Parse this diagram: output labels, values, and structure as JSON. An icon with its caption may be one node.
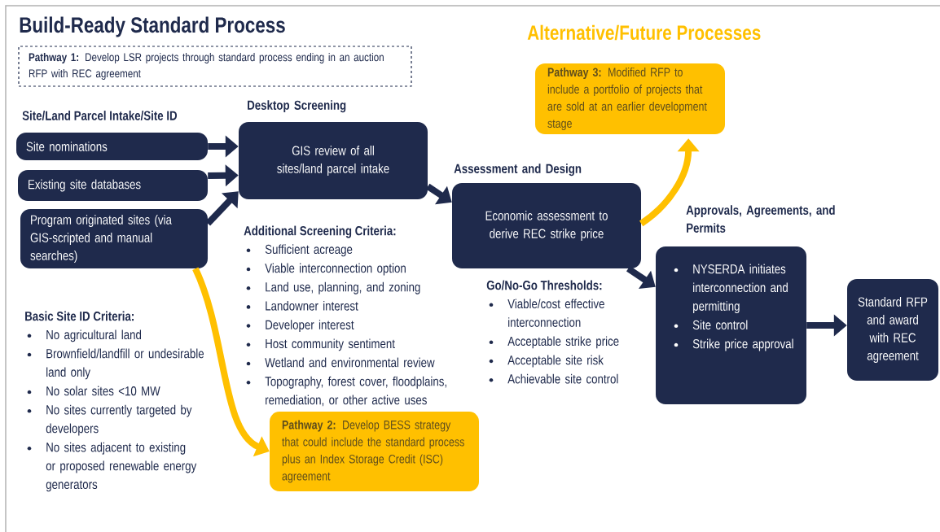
{
  "diagram": {
    "title": "Build-Ready Standard Process",
    "nodes": [
      {
        "text": [
          "**Pathway 1:** Develop LSR projects through standard process ending in an auction RFP with REC agreement"
        ]
      },
      {
        "text": [
          "Site nominations"
        ]
      },
      {
        "text": [
          "Existing site databases"
        ]
      },
      {
        "text": [
          "Program originated sites (via GIS-scripted and manual searches)"
        ]
      },
      {
        "text": [
          "Desktop Screening",
          "GIS review of all sites/land parcel intake"
        ]
      },
      {
        "text": [
          "Assessment and Design",
          "Economic assessment to derive REC strike price"
        ]
      },
      {
        "text": [
          "Approvals, Agreements, and Permits",
          "NYSERDA initiates interconnection and permitting",
          "Site control",
          "Strike price approval"
        ]
      },
      {
        "text": [
          "Standard RFP and award with REC agreement"
        ]
      },
      {
        "text": [
          "**Pathway 3:** Modified RFP to include a portfolio of projects that are sold at an earlier development stage"
        ]
      },
      {
        "text": [
          "**Pathway 2:** Develop BESS strategy that could include the standard process plus an Index Storage Credit (ISC) agreement"
        ]
      }
    ],
    "edges": [
      {
        "from": 1,
        "to": 4,
        "arrow": "to"
      },
      {
        "from": 2,
        "to": 4,
        "arrow": "to"
      },
      {
        "from": 3,
        "to": 4,
        "arrow": "to"
      },
      {
        "from": 4,
        "to": 5,
        "arrow": "to"
      },
      {
        "from": 5,
        "to": 6,
        "arrow": "to"
      },
      {
        "from": 6,
        "to": 7,
        "arrow": "to"
      },
      {
        "from": 5,
        "to": 8,
        "arrow": "to",
        "color": "#ffc000"
      },
      {
        "from": 3,
        "to": 9,
        "arrow": "to",
        "color": "#ffc000"
      }
    ],
    "labels": [
      "Alternative/Future Processes",
      "Site/Land Parcel Intake/Site ID",
      "Additional Screening Criteria:",
      "Sufficient acreage",
      "Viable interconnection option",
      "Land use, planning, and zoning",
      "Landowner interest",
      "Developer interest",
      "Host community sentiment",
      "Wetland and environmental review",
      "Topography, forest cover, floodplains, remediation, or other active uses",
      "Go/No-Go Thresholds:",
      "Viable/cost effective interconnection",
      "Acceptable strike price",
      "Acceptable site risk",
      "Achievable site control",
      "Basic Site ID Criteria:",
      "No agricultural land",
      "Brownfield/landfill or undesirable land only",
      "No solar sites <10 MW",
      "No sites currently targeted by developers",
      "No sites adjacent to existing or proposed renewable energy generators"
    ]
  }
}
